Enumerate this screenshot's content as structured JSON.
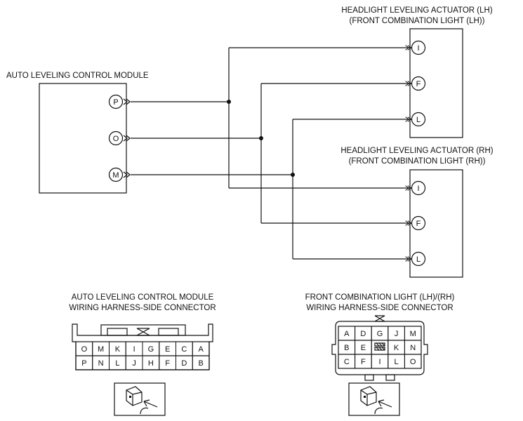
{
  "module": {
    "title": "AUTO LEVELING CONTROL MODULE",
    "pins": [
      "P",
      "O",
      "M"
    ]
  },
  "actuator_lh": {
    "title_line1": "HEADLIGHT LEVELING ACTUATOR (LH)",
    "title_line2": "(FRONT COMBINATION LIGHT (LH))",
    "pins": [
      "I",
      "F",
      "L"
    ]
  },
  "actuator_rh": {
    "title_line1": "HEADLIGHT LEVELING ACTUATOR (RH)",
    "title_line2": "(FRONT COMBINATION LIGHT (RH))",
    "pins": [
      "I",
      "F",
      "L"
    ]
  },
  "module_connector": {
    "title_line1": "AUTO LEVELING CONTROL MODULE",
    "title_line2": "WIRING HARNESS-SIDE CONNECTOR",
    "top_row": [
      "O",
      "M",
      "K",
      "I",
      "G",
      "E",
      "C",
      "A"
    ],
    "bottom_row": [
      "P",
      "N",
      "L",
      "J",
      "H",
      "F",
      "D",
      "B"
    ]
  },
  "light_connector": {
    "title_line1": "FRONT COMBINATION LIGHT (LH)/(RH)",
    "title_line2": "WIRING HARNESS-SIDE CONNECTOR",
    "rows": [
      [
        "A",
        "D",
        "G",
        "J",
        "M"
      ],
      [
        "B",
        "E",
        "",
        "K",
        "N"
      ],
      [
        "C",
        "F",
        "I",
        "L",
        "O"
      ]
    ]
  },
  "icons": {
    "connector_view": "connector-view-arrow-icon",
    "lock": "lock-x-icon"
  }
}
